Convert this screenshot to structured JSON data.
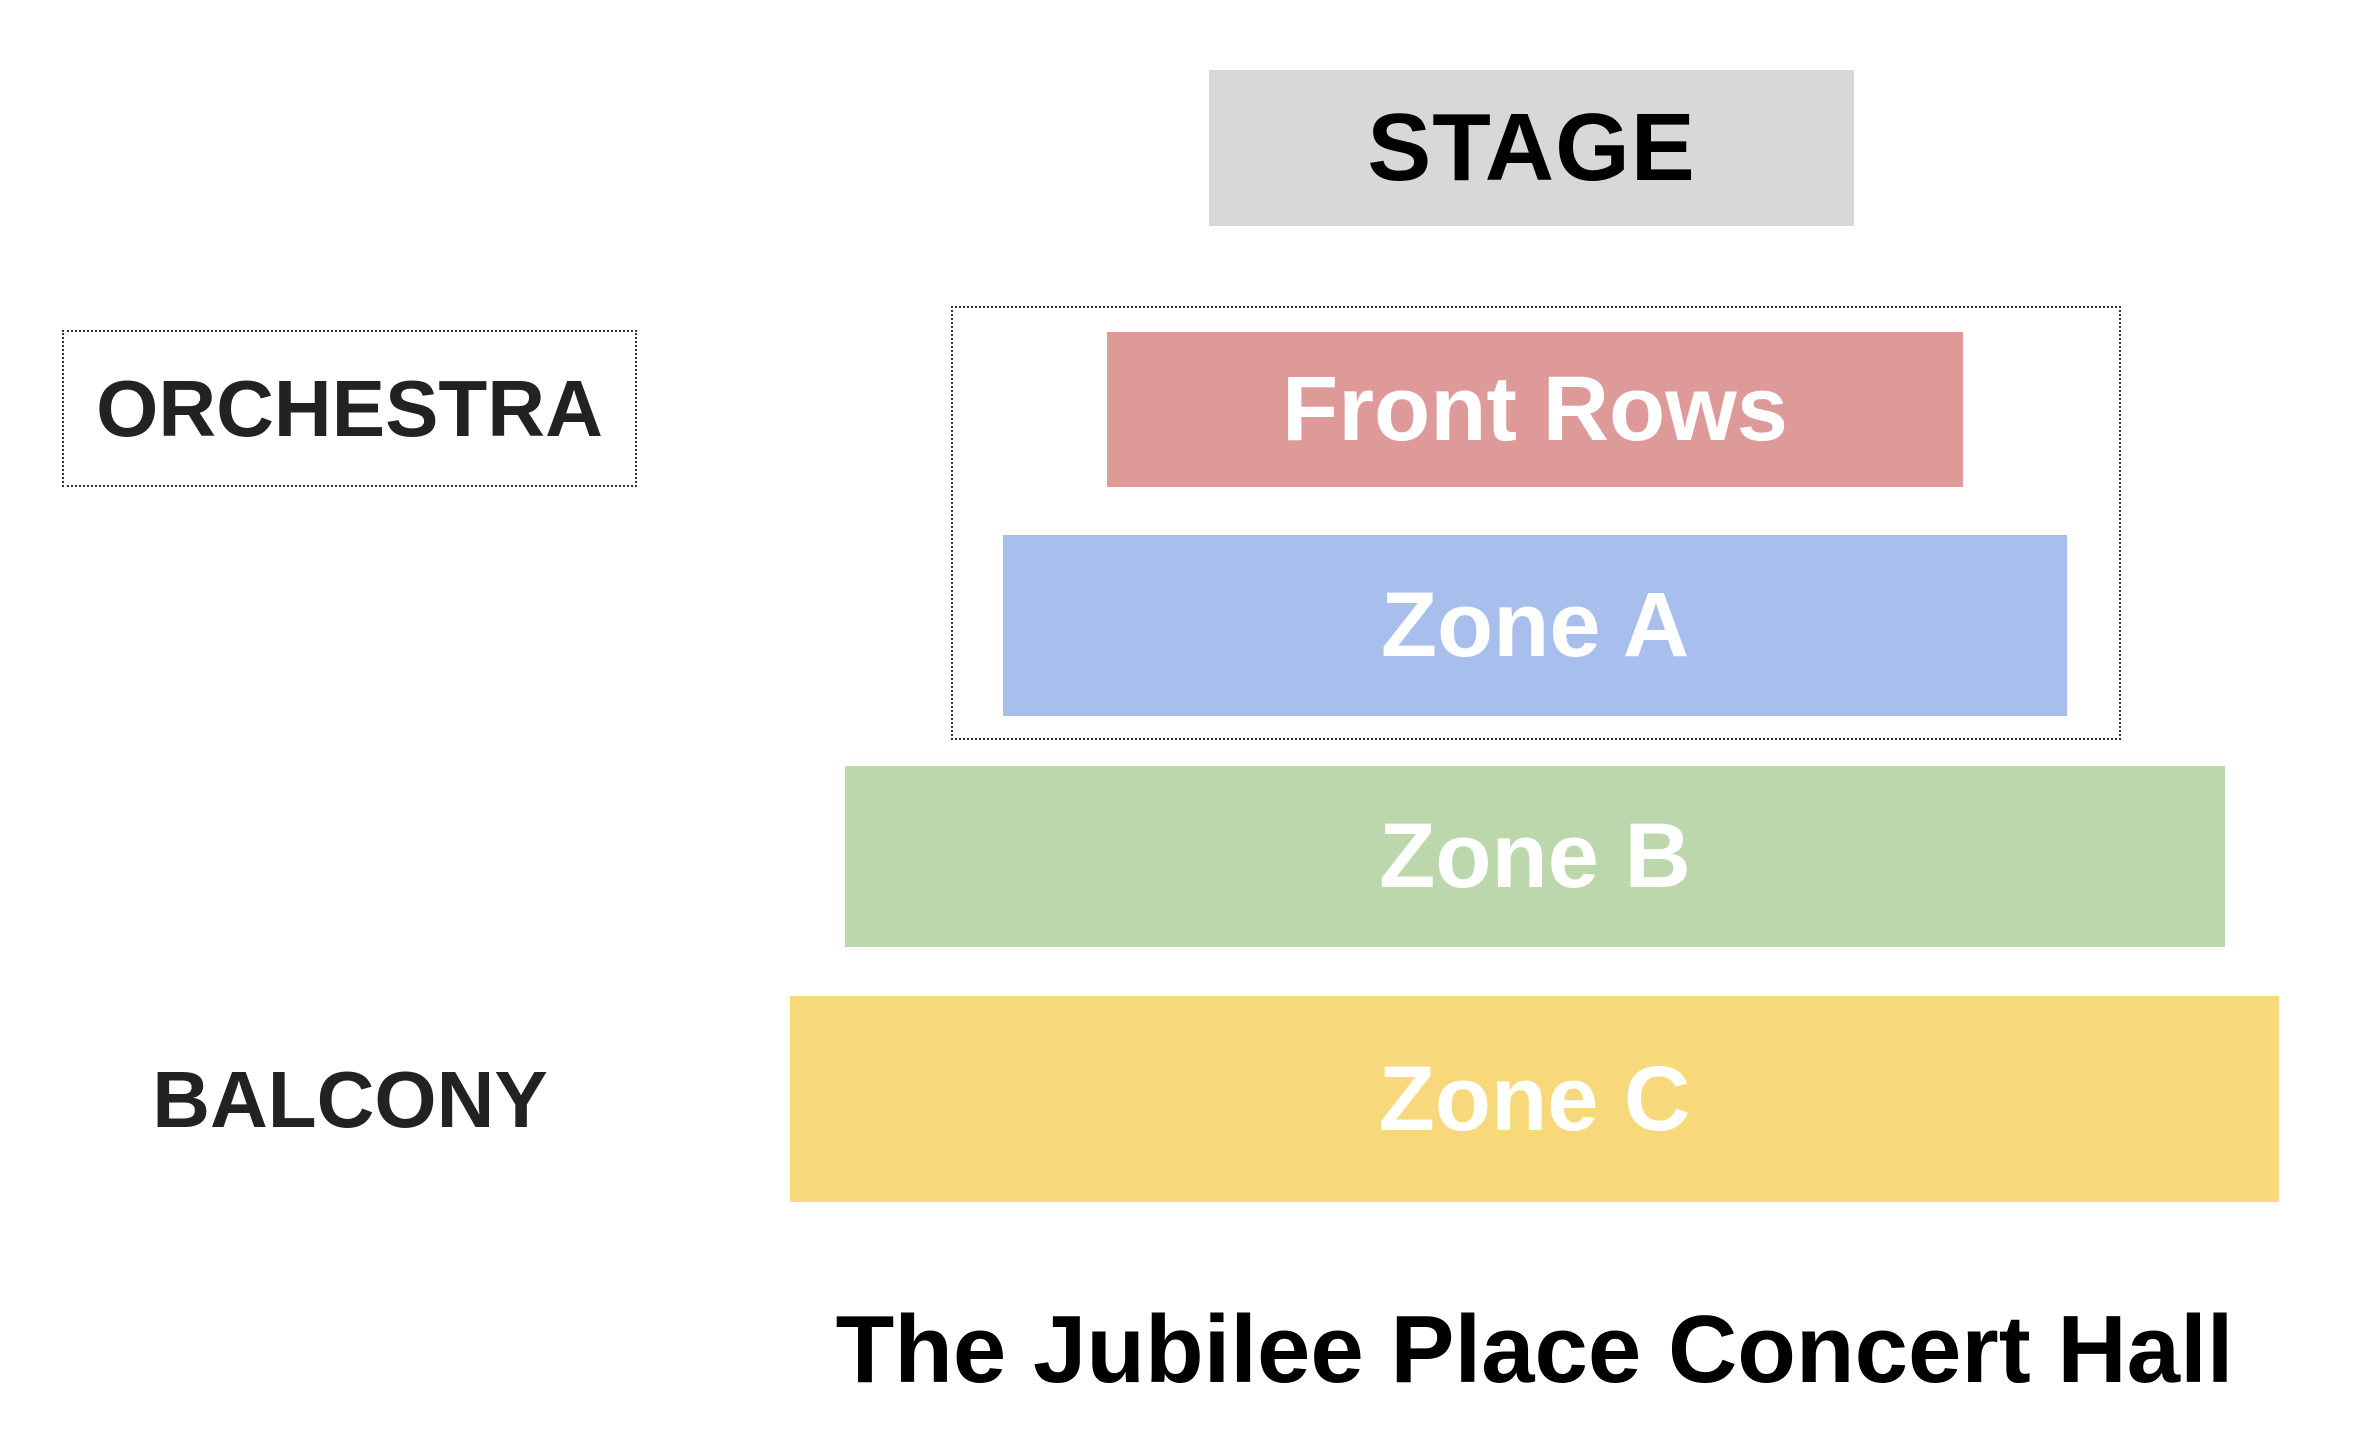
{
  "stage": {
    "label": "STAGE",
    "color": "#d8d8d8"
  },
  "sections": {
    "orchestra": "ORCHESTRA",
    "balcony": "BALCONY"
  },
  "zones": [
    {
      "label": "Front Rows",
      "color": "#de9a99"
    },
    {
      "label": "Zone A",
      "color": "#a8beed"
    },
    {
      "label": "Zone B",
      "color": "#bcd7ab"
    },
    {
      "label": "Zone C",
      "color": "#f7d97c"
    }
  ],
  "venue": {
    "title": "The Jubilee Place Concert Hall"
  }
}
